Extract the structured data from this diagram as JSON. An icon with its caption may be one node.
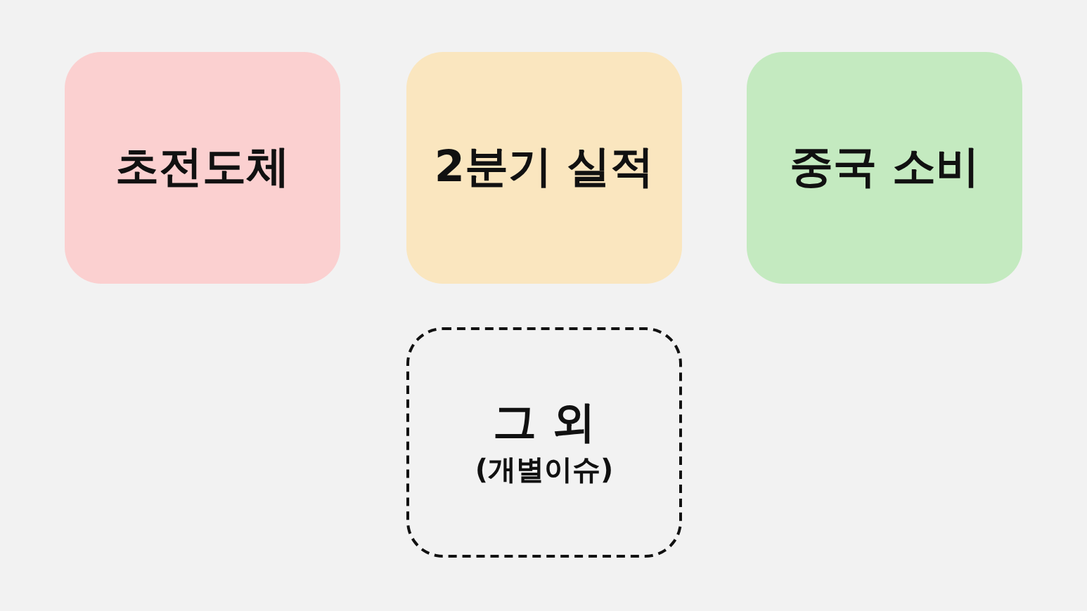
{
  "diagram": {
    "nodes": [
      {
        "text": [
          "초전도체"
        ]
      },
      {
        "text": [
          "2분기 실적"
        ]
      },
      {
        "text": [
          "중국 소비"
        ]
      },
      {
        "text": [
          "그 외",
          "(개별이슈)"
        ]
      }
    ]
  }
}
